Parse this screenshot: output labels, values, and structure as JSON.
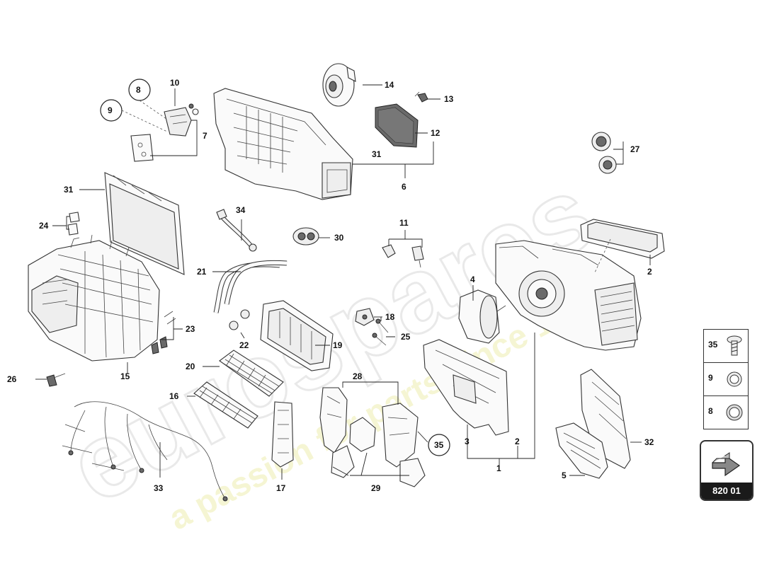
{
  "watermark": {
    "brand": "eurospares",
    "tagline": "a passion for parts since 1985"
  },
  "callouts": {
    "c1": "1",
    "c2a": "2",
    "c2b": "2",
    "c3": "3",
    "c4": "4",
    "c5": "5",
    "c6": "6",
    "c7": "7",
    "c8": "8",
    "c9": "9",
    "c10": "10",
    "c11": "11",
    "c12": "12",
    "c13": "13",
    "c14": "14",
    "c15": "15",
    "c16": "16",
    "c17": "17",
    "c18": "18",
    "c19": "19",
    "c20": "20",
    "c21": "21",
    "c22": "22",
    "c23": "23",
    "c24": "24",
    "c25": "25",
    "c26": "26",
    "c27": "27",
    "c28": "28",
    "c29": "29",
    "c30": "30",
    "c31a": "31",
    "c31b": "31",
    "c32": "32",
    "c33": "33",
    "c34": "34",
    "c35": "35"
  },
  "reference_box": {
    "rows": [
      "35",
      "9",
      "8"
    ]
  },
  "diagram_code": "820 01"
}
